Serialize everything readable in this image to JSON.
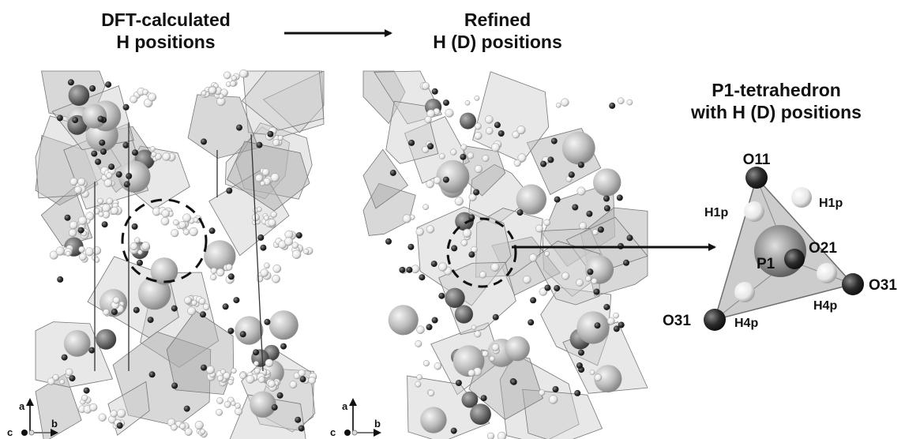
{
  "titles": {
    "left_line1": "DFT-calculated",
    "left_line2": "H positions",
    "middle_line1": "Refined",
    "middle_line2": "H (D) positions",
    "right_line1": "P1-tetrahedron",
    "right_line2": "with H (D) positions"
  },
  "tetrahedron_labels": {
    "o11": "O11",
    "h1p_left": "H1p",
    "h1p_right": "H1p",
    "p1": "P1",
    "o21": "O21",
    "o31_right": "O31",
    "o31_left": "O31",
    "h4p_left": "H4p",
    "h4p_right": "H4p"
  },
  "axes_left": {
    "a": "a",
    "b": "b",
    "c": "c"
  },
  "axes_middle": {
    "a": "a",
    "b": "b",
    "c": "c"
  },
  "colors": {
    "polyhedron_fill": "#c9c9c9",
    "oxygen_atom": "#2b2b2b",
    "hydrogen_atom": "#eeeeee",
    "cation_large": "#bdbdbd",
    "cation_dark": "#6e6e6e"
  }
}
